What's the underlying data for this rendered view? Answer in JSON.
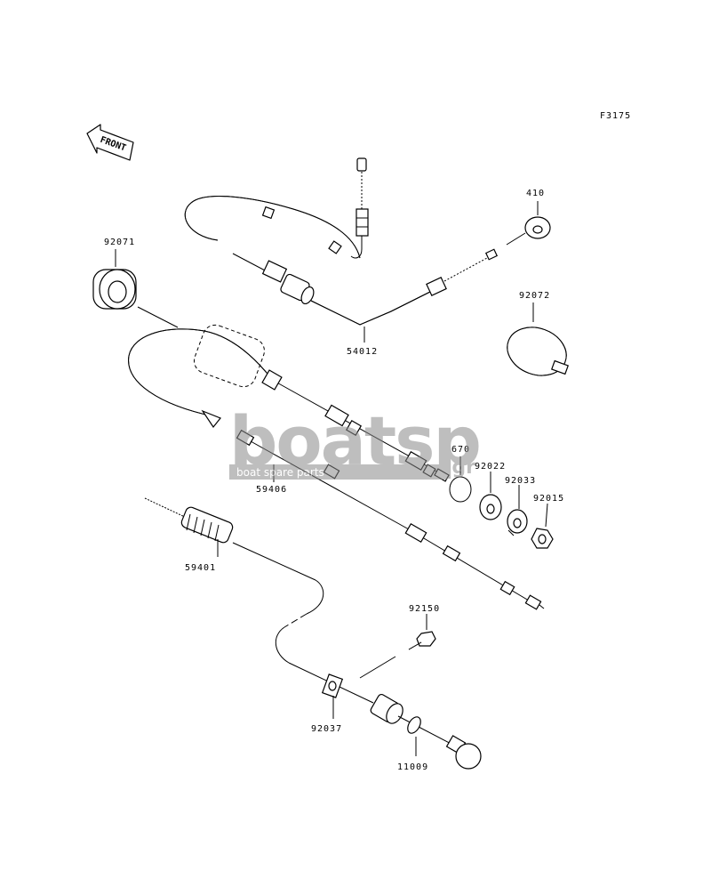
{
  "figure_code": "F3175",
  "front_badge": "FRONT",
  "watermark": {
    "brand": "boatsp",
    "suffix": ".gr",
    "tagline": "boat spare parts"
  },
  "part_labels": {
    "p410": "410",
    "p92071": "92071",
    "p54012": "54012",
    "p92072": "92072",
    "p670": "670",
    "p92022": "92022",
    "p92033": "92033",
    "p92015": "92015",
    "p59406": "59406",
    "p59401": "59401",
    "p92150": "92150",
    "p92037": "92037",
    "p11009": "11009"
  }
}
